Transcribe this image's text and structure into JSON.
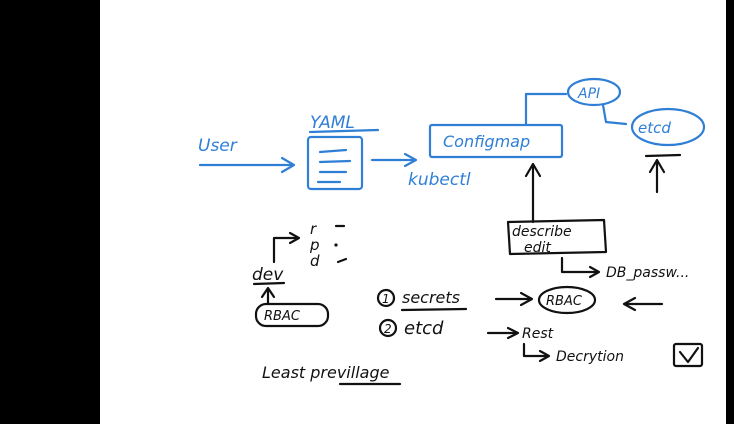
{
  "colors": {
    "ink_blue": "#2f7fd6",
    "ink_dark": "#111111",
    "background": "#ffffff",
    "frame": "#000000"
  },
  "labels": {
    "user": "User",
    "yaml": "YAML",
    "kubectl": "kubectl",
    "configmap": "Configmap",
    "api": "API",
    "etcd_blue": "etcd",
    "describe": "describe",
    "edit": "edit",
    "db_password": "DB_passw...",
    "r": "r",
    "p": "p",
    "d": "d",
    "dev": "dev",
    "rbac_left": "RBAC",
    "secrets_num": "1",
    "secrets": "secrets",
    "rbac_right": "RBAC",
    "etcd_num": "2",
    "etcd_dark": "etcd",
    "rest": "Rest",
    "decryption": "Decrytion",
    "least_privilege": "Least previllage"
  },
  "icons": {
    "yaml_document": "document-icon",
    "checkbox": "checked-box-icon"
  }
}
